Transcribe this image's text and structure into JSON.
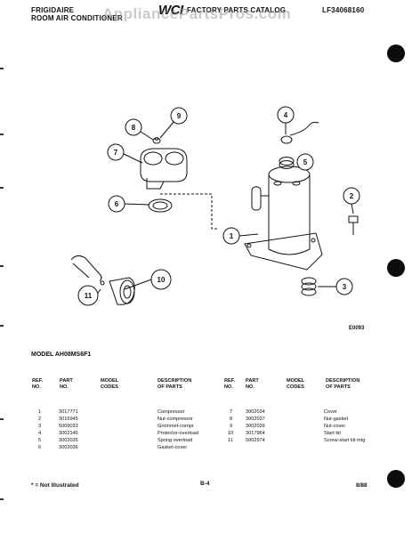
{
  "header": {
    "brand": "FRIGIDAIRE",
    "product_line": "ROOM AIR CONDITIONER",
    "logo_text": "WCI",
    "catalog_title": "FACTORY PARTS CATALOG",
    "catalog_number": "LF34068160"
  },
  "watermark": "AppliancePartsPros.com",
  "diagram": {
    "callouts": [
      "1",
      "2",
      "3",
      "4",
      "5",
      "6",
      "7",
      "8",
      "9",
      "10",
      "11"
    ],
    "code": "E0093"
  },
  "model": "MODEL AH08MS6F1",
  "table": {
    "left_headers": {
      "ref": [
        "REF.",
        "NO."
      ],
      "part": [
        "PART",
        "NO."
      ],
      "codes": [
        "MODEL",
        "CODES"
      ],
      "desc": [
        "DESCRIPTION",
        "OF PARTS"
      ]
    },
    "right_headers": {
      "ref": [
        "REF.",
        "NO."
      ],
      "part": [
        "PART",
        "NO."
      ],
      "codes": [
        "MODEL",
        "CODES"
      ],
      "desc": [
        "DESCRIPTION",
        "OF PARTS"
      ]
    },
    "left_rows": [
      {
        "ref": "1",
        "part": "3017771",
        "desc": "Compressor"
      },
      {
        "ref": "2",
        "part": "3016945",
        "desc": "Nut-compressor"
      },
      {
        "ref": "3",
        "part": "5009033",
        "desc": "Grommet-compr"
      },
      {
        "ref": "4",
        "part": "3002146",
        "desc": "Protector-overload"
      },
      {
        "ref": "5",
        "part": "3002035",
        "desc": "Spring overload"
      },
      {
        "ref": "6",
        "part": "3002036",
        "desc": "Gasket-cover"
      }
    ],
    "right_rows": [
      {
        "ref": "7",
        "part": "3002034",
        "desc": "Cover"
      },
      {
        "ref": "8",
        "part": "3002037",
        "desc": "Nut-gasket"
      },
      {
        "ref": "9",
        "part": "3002039",
        "desc": "Nut-cover"
      },
      {
        "ref": "10",
        "part": "3017964",
        "desc": "Start kit"
      },
      {
        "ref": "11",
        "part": "5002974",
        "desc": "Screw-start kit mtg"
      }
    ]
  },
  "footer": {
    "note": "* = Not Illustrated",
    "page": "B-4",
    "date": "8/88"
  }
}
